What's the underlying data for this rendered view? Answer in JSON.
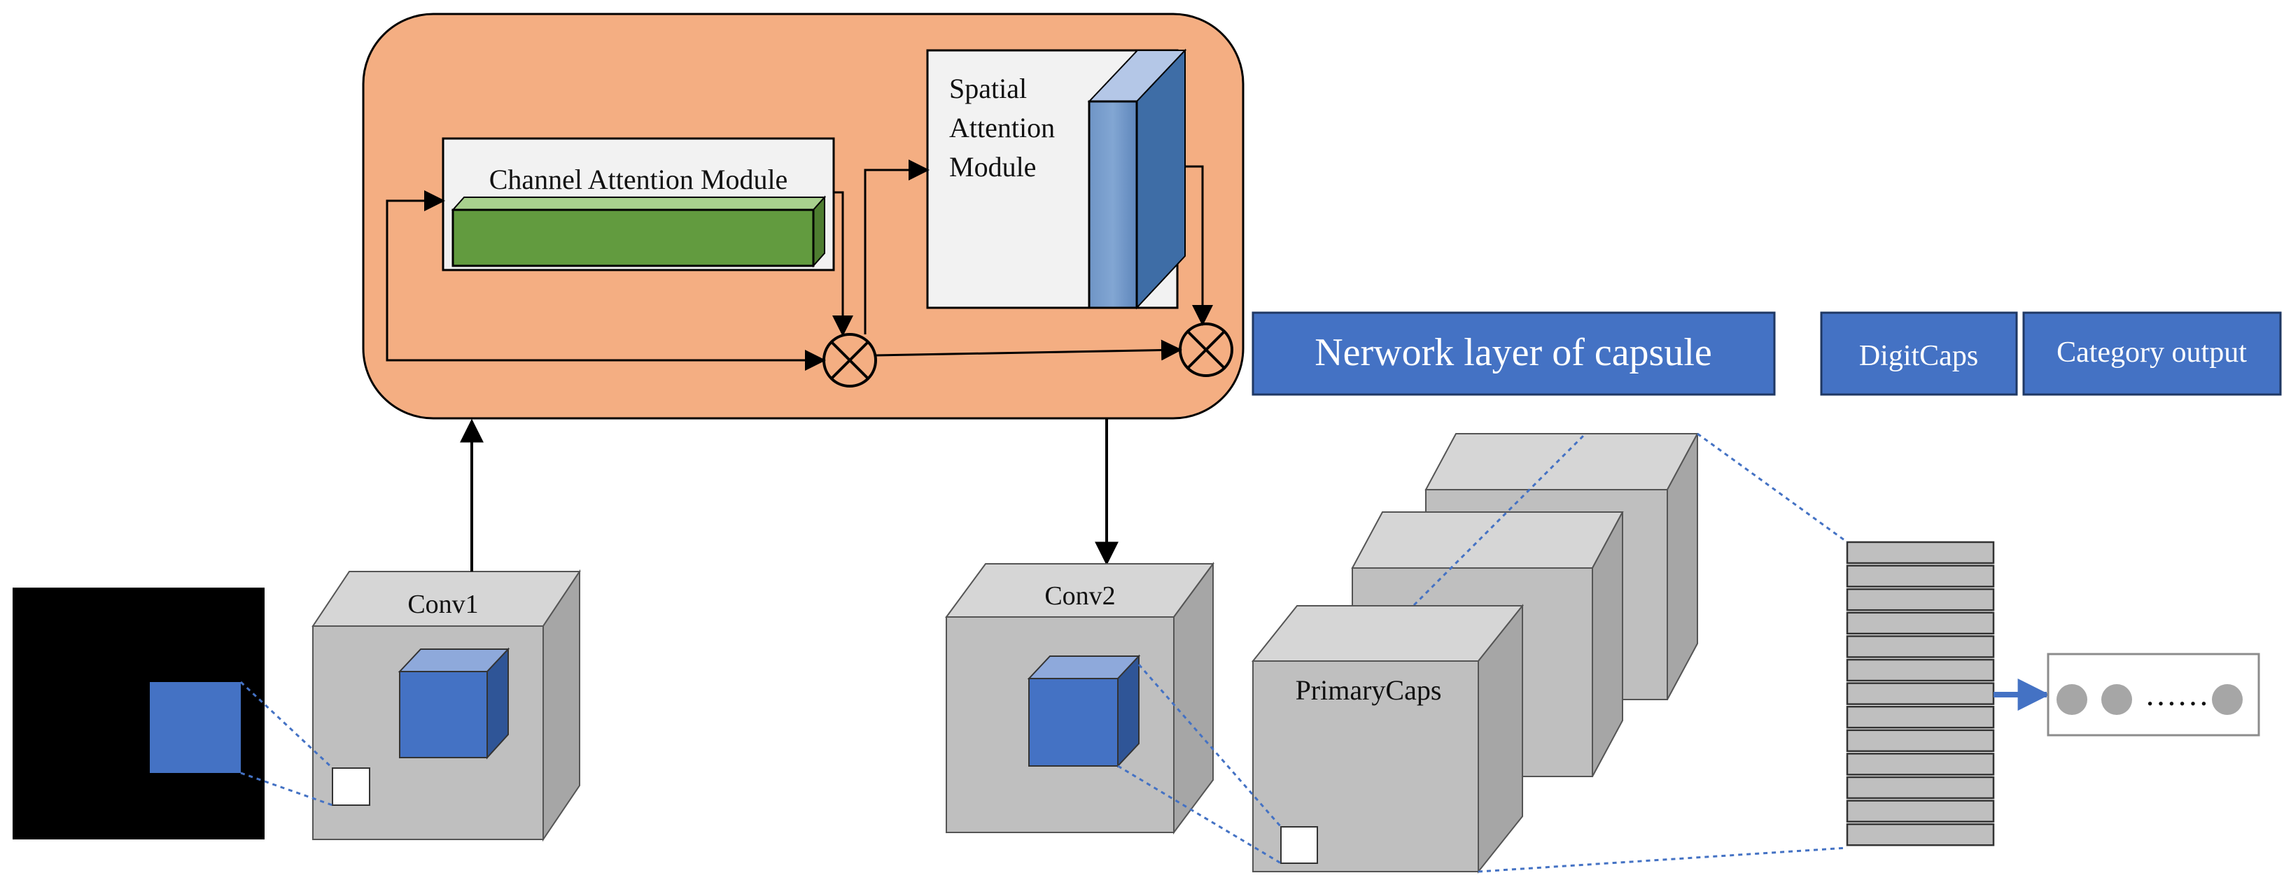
{
  "attention_block": {
    "channel_module_label": "Channel Attention Module",
    "spatial_module_label": [
      "Spatial",
      "Attention",
      "Module"
    ],
    "multiply_symbol": "×"
  },
  "layers": {
    "conv1": "Conv1",
    "conv2": "Conv2",
    "primary_caps": "PrimaryCaps"
  },
  "headers": {
    "capsule_layer": "Nerwork layer of capsule",
    "digit_caps": "DigitCaps",
    "category_output": "Category output"
  },
  "output_vector": {
    "ellipsis": "……"
  },
  "colors": {
    "attention_bg": "#F4AE82",
    "header_blue": "#4472C4",
    "green_block": "#629B3F",
    "cube_gray": "#BFBFBF",
    "kernel_blue": "#4472C4",
    "dotted_line": "#4472C4"
  }
}
